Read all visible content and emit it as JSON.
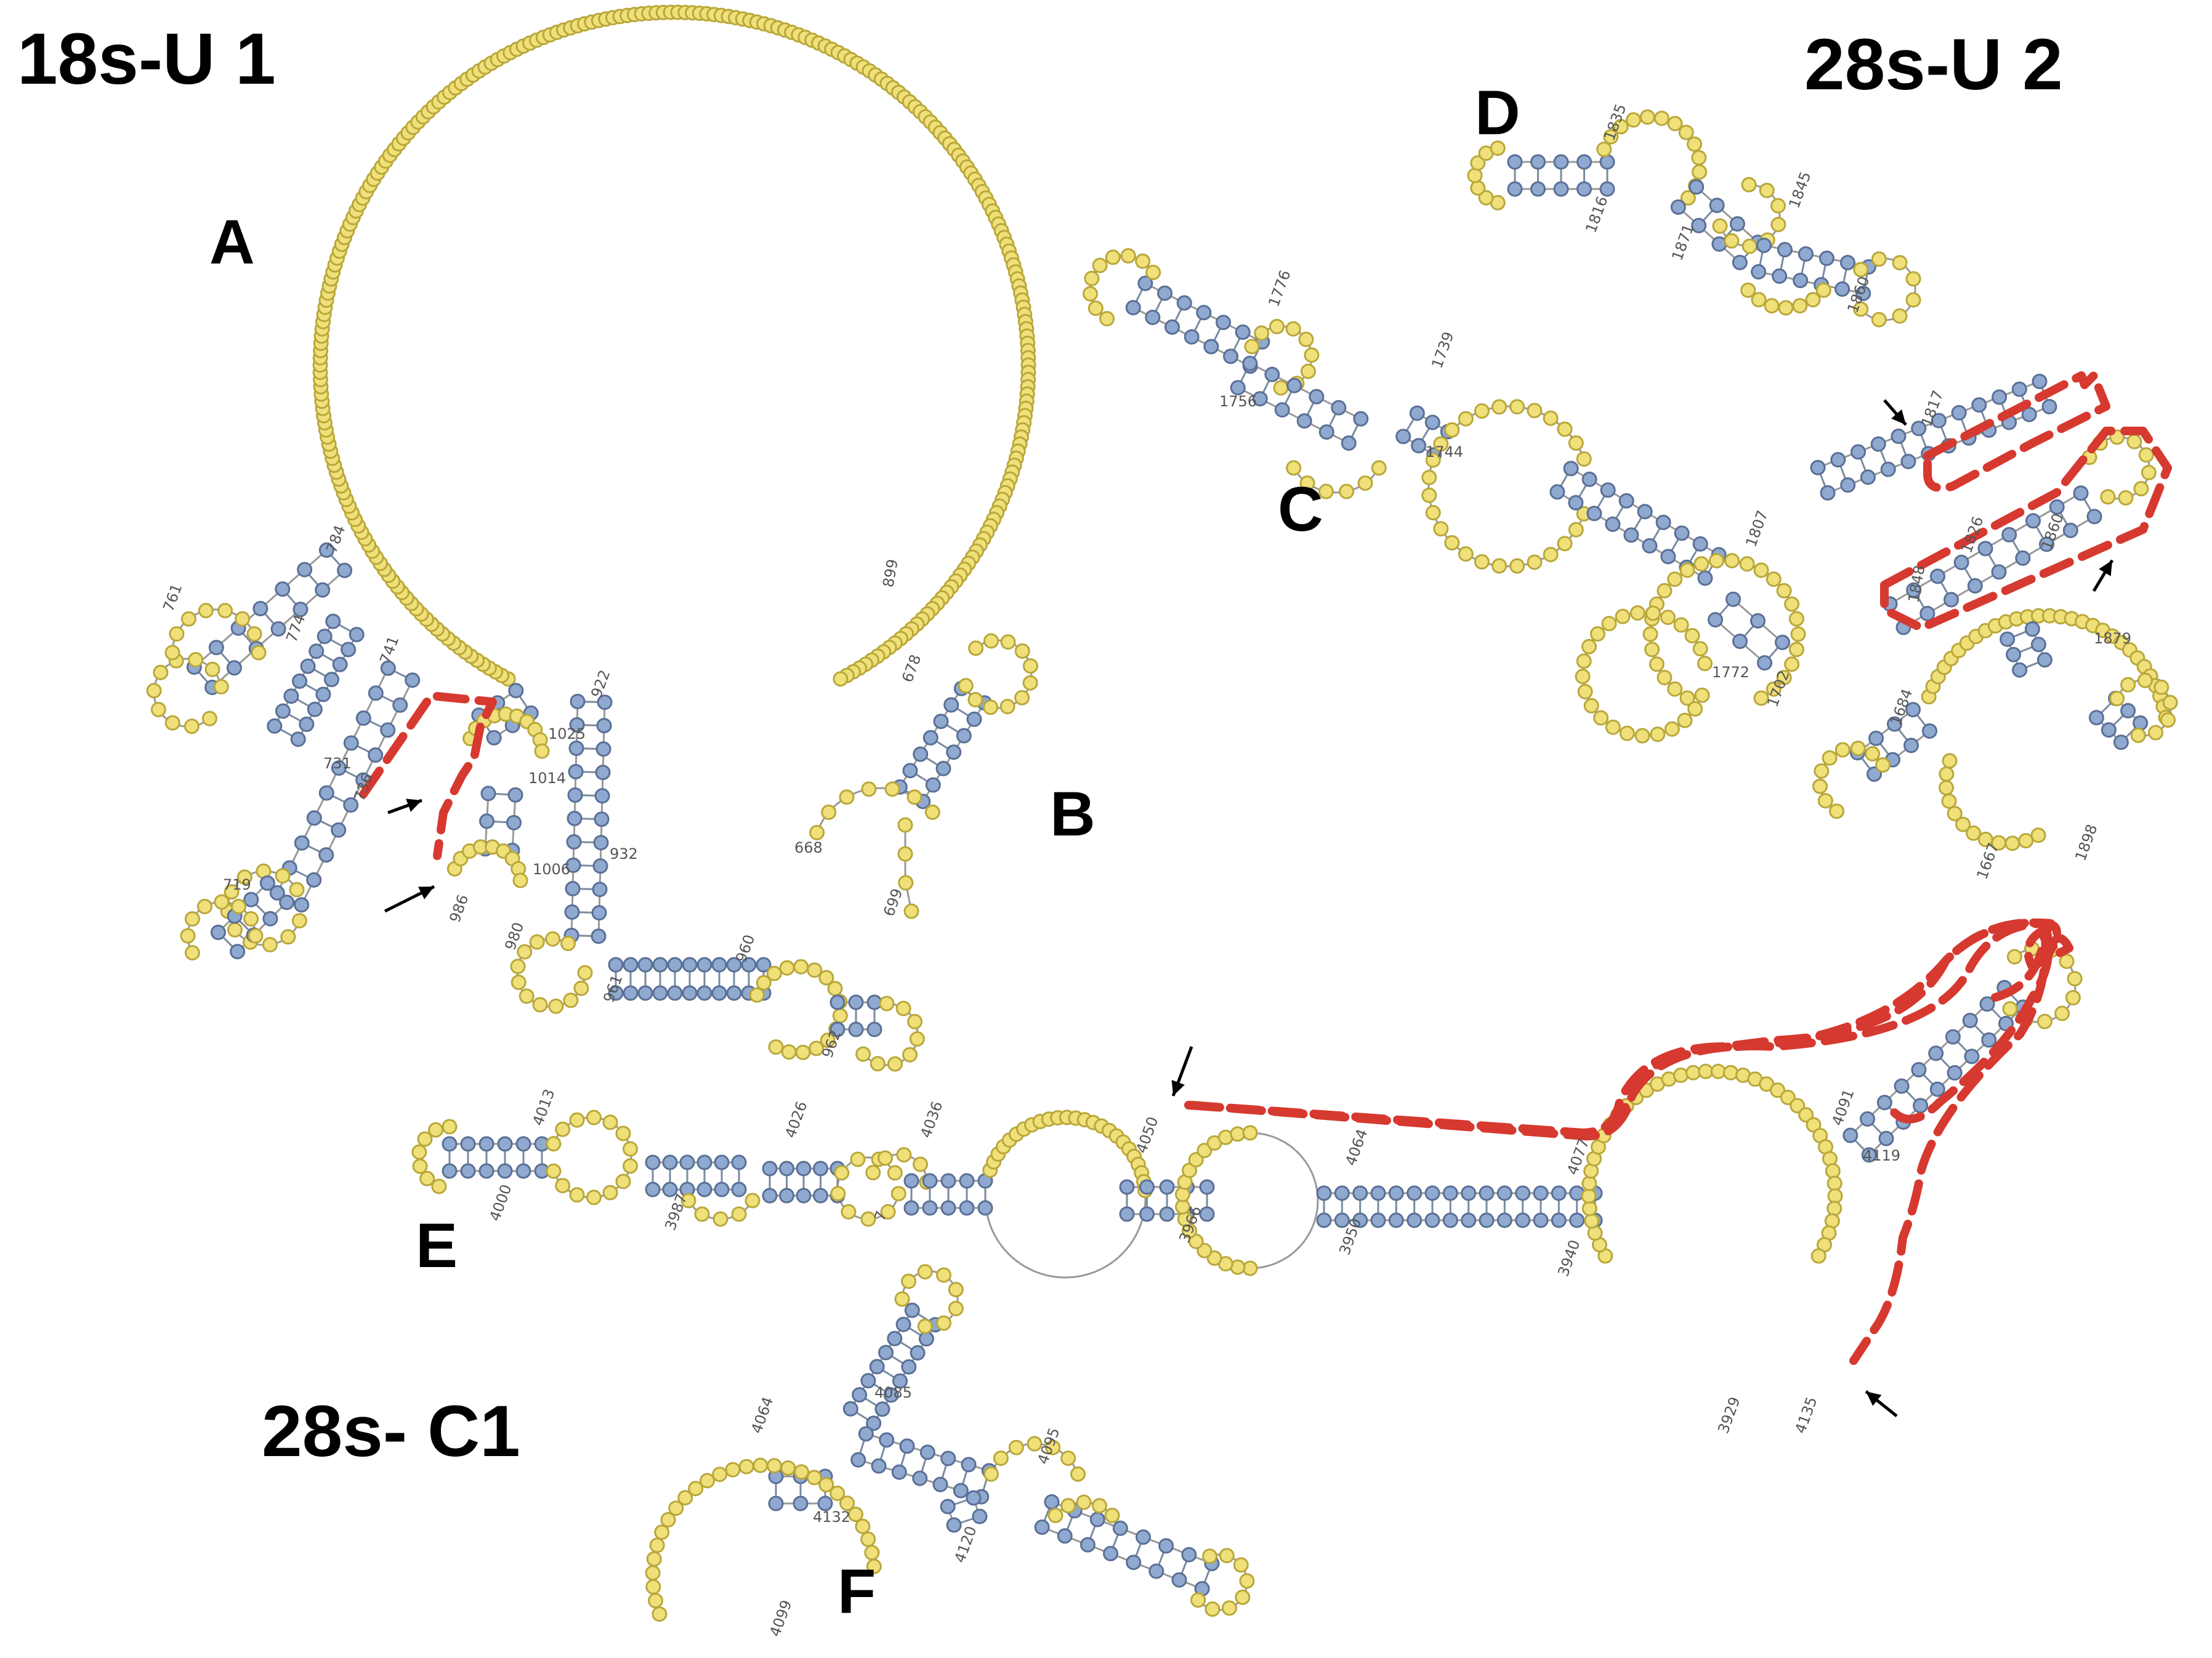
{
  "headings": {
    "top_left": "18s-U 1",
    "top_right": "28s-U 2",
    "bottom_left": "28s- C1"
  },
  "panels": {
    "A": {
      "letter": "A",
      "labels": [
        "784",
        "761",
        "774",
        "741",
        "731",
        "736",
        "719",
        "986",
        "1025",
        "1014",
        "1006",
        "922",
        "932",
        "980",
        "960",
        "961",
        "962",
        "899"
      ]
    },
    "B": {
      "letter": "B",
      "labels": [
        "678",
        "668",
        "699"
      ]
    },
    "C": {
      "letter": "C",
      "labels": [
        "1776",
        "1756",
        "1739",
        "1744",
        "1817",
        "1807",
        "1826",
        "1860",
        "1879",
        "1772",
        "1702",
        "1848",
        "1684",
        "1667",
        "1898"
      ]
    },
    "D": {
      "letter": "D",
      "labels": [
        "1835",
        "1816",
        "1845",
        "1871",
        "1860"
      ]
    },
    "E": {
      "letter": "E",
      "labels": [
        "4013",
        "4000",
        "3987",
        "4026",
        "7",
        "4036",
        "4050",
        "3966",
        "4064",
        "3950",
        "4077",
        "3940",
        "4091",
        "4119",
        "3929",
        "4135"
      ]
    },
    "F": {
      "letter": "F",
      "labels": [
        "4085",
        "4064",
        "4132",
        "4095",
        "4120",
        "4099"
      ]
    }
  },
  "colors": {
    "paired_base": "#8fa9d0",
    "unpaired_base": "#efe07a",
    "highlight_dash": "#d6392f",
    "arrow": "#000000"
  }
}
